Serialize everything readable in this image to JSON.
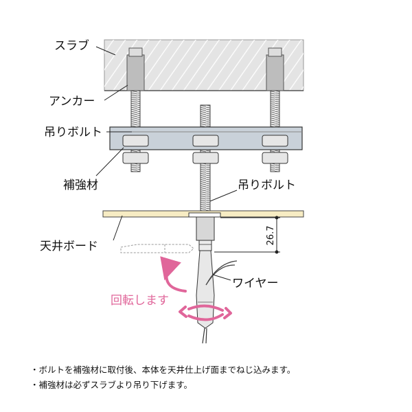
{
  "labels": {
    "slab": "スラブ",
    "anchor": "アンカー",
    "hanging_bolt_top": "吊りボルト",
    "reinforcement": "補強材",
    "hanging_bolt_mid": "吊りボルト",
    "ceiling_board": "天井ボード",
    "wire": "ワイヤー",
    "rotate": "回転します",
    "dimension": "26.7"
  },
  "notes": [
    "・ボルトを補強材に取付後、本体を天井仕上げ面までねじ込みます。",
    "・補強材は必ずスラブより吊り下げます。"
  ],
  "colors": {
    "slab_fill": "#e4e4e4",
    "steel_fill": "#c9d1d9",
    "board_fill": "#f7ecc3",
    "rotate_accent": "#e0669a"
  }
}
